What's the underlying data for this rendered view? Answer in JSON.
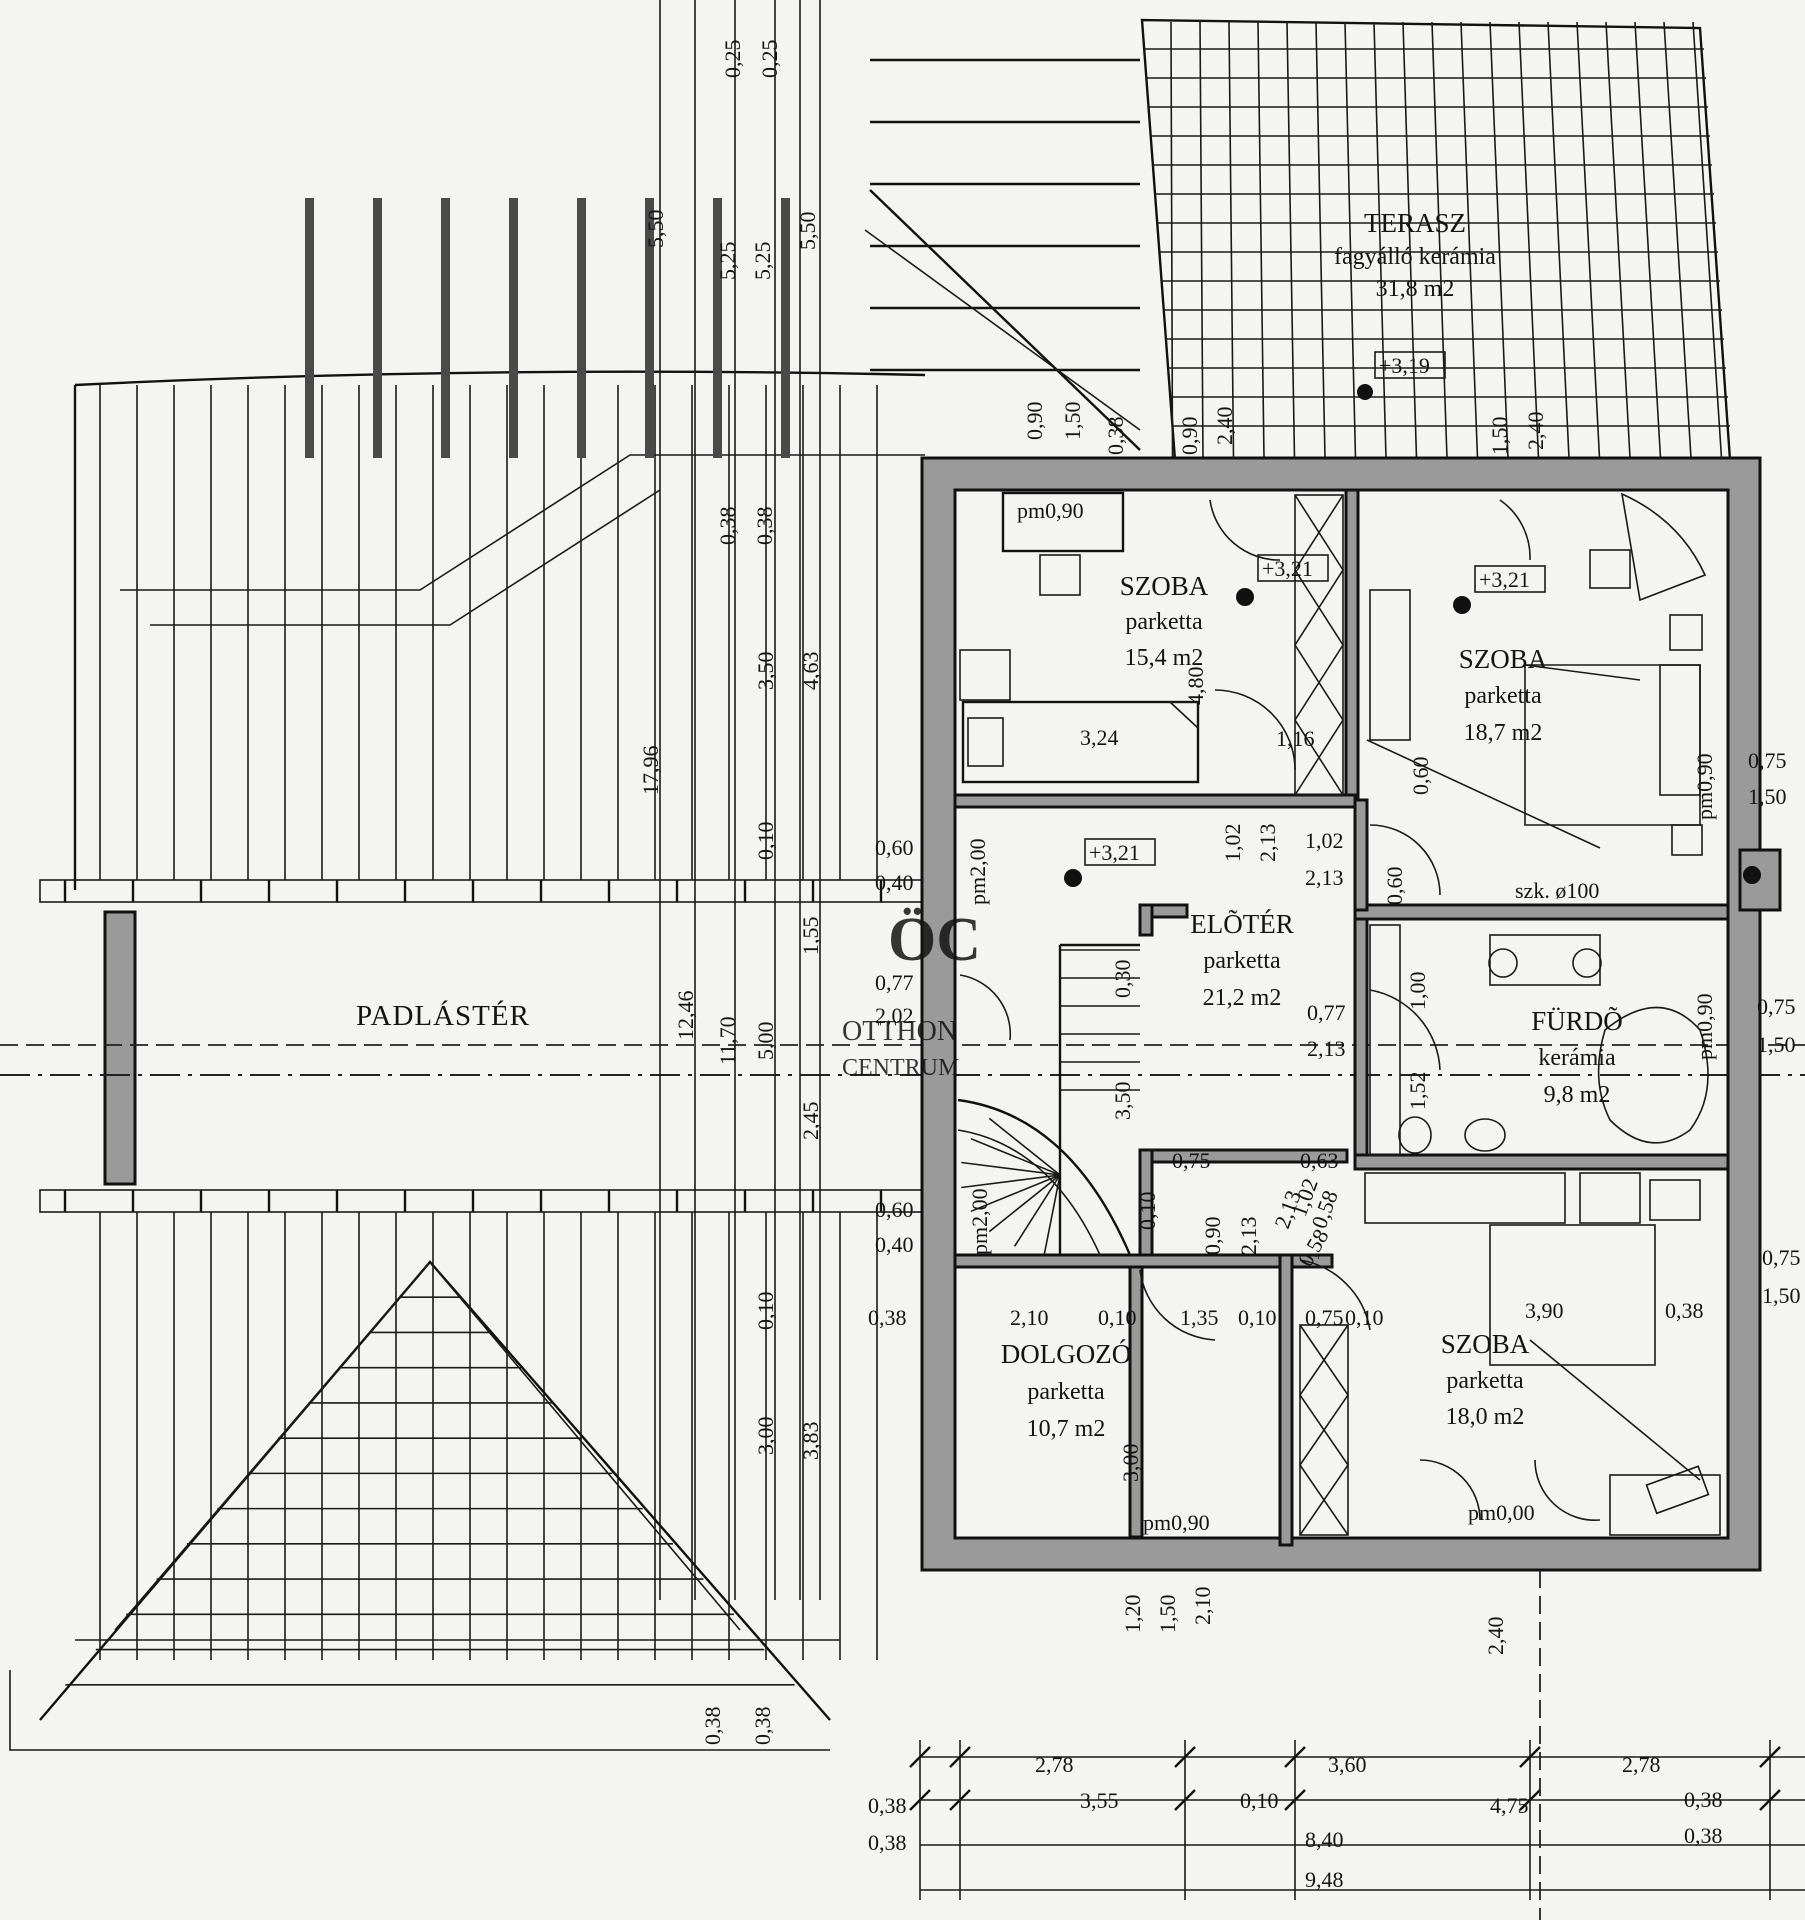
{
  "rooms": {
    "terasz": {
      "name": "TERASZ",
      "finish": "fagyálló kerámia",
      "area": "31,8 m2"
    },
    "szoba1": {
      "name": "SZOBA",
      "finish": "parketta",
      "area": "15,4 m2"
    },
    "szoba2": {
      "name": "SZOBA",
      "finish": "parketta",
      "area": "18,7 m2"
    },
    "eloter": {
      "name": "ELÕTÉR",
      "finish": "parketta",
      "area": "21,2 m2"
    },
    "furdo": {
      "name": "FÜRDÕ",
      "finish": "kerámia",
      "area": "9,8 m2"
    },
    "dolgozo": {
      "name": "DOLGOZÓ",
      "finish": "parketta",
      "area": "10,7 m2"
    },
    "szoba3": {
      "name": "SZOBA",
      "finish": "parketta",
      "area": "18,0 m2"
    },
    "padlaster": {
      "name": "PADLÁSTÉR"
    }
  },
  "levels": {
    "terasz": "+3,19",
    "szoba1": "+3,21",
    "szoba2": "+3,21",
    "eloter": "+3,21"
  },
  "parapets": {
    "szoba1": "pm0,90",
    "dolgozo": "pm0,90",
    "szoba3": "pm0,00",
    "eloter_a": "pm2,00",
    "eloter_b": "pm2,00",
    "szoba2_side": "pm0,90",
    "furdo_side": "pm0,90"
  },
  "note_chimney": "szk. ø100",
  "dims": {
    "top_v": [
      "0,25",
      "0,25",
      "5,50",
      "5,25",
      "5,25",
      "5,50"
    ],
    "mid_v": [
      "0,38",
      "0,38",
      "3,50",
      "4,63",
      "17,96",
      "0,10",
      "1,55",
      "12,46",
      "11,70",
      "5,00",
      "2,45",
      "0,10",
      "3,00",
      "3,83",
      "0,38",
      "0,38"
    ],
    "openings_top": [
      "0,90",
      "1,50",
      "0,38",
      "0,90",
      "2,40",
      "1,50",
      "2,40"
    ],
    "inner": [
      "3,24",
      "4,80",
      "1,16",
      "1,02",
      "2,13",
      "1,02",
      "2,13",
      "0,60",
      "0,60",
      "0,60",
      "0,40",
      "0,77",
      "2,02",
      "0,30",
      "0,77",
      "2,13",
      "1,00",
      "3,50",
      "1,52",
      "0,75",
      "0,63",
      "0,90",
      "2,13",
      "2,13",
      "1,02",
      "0,58",
      "0,58",
      "0,10",
      "0,60",
      "0,40",
      "2,10",
      "0,10",
      "1,35",
      "0,10",
      "0,75",
      "0,10",
      "3,90",
      "0,38",
      "3,00",
      "0,38",
      "1,20",
      "1,50",
      "2,10",
      "2,40"
    ],
    "right": [
      "0,75",
      "1,50",
      "0,75",
      "1,50",
      "0,75",
      "1,50",
      "0,38"
    ],
    "bottom_row1": [
      "2,78",
      "3,60",
      "2,78"
    ],
    "bottom_row2": [
      "0,38",
      "3,55",
      "0,10",
      "4,75",
      "0,38"
    ],
    "bottom_row3": [
      "0,38",
      "8,40",
      "0,38"
    ],
    "bottom_row4": [
      "9,48"
    ]
  },
  "watermark": {
    "logo": "ÖC",
    "line1": "OTTHON",
    "line2": "CENTRUM"
  }
}
